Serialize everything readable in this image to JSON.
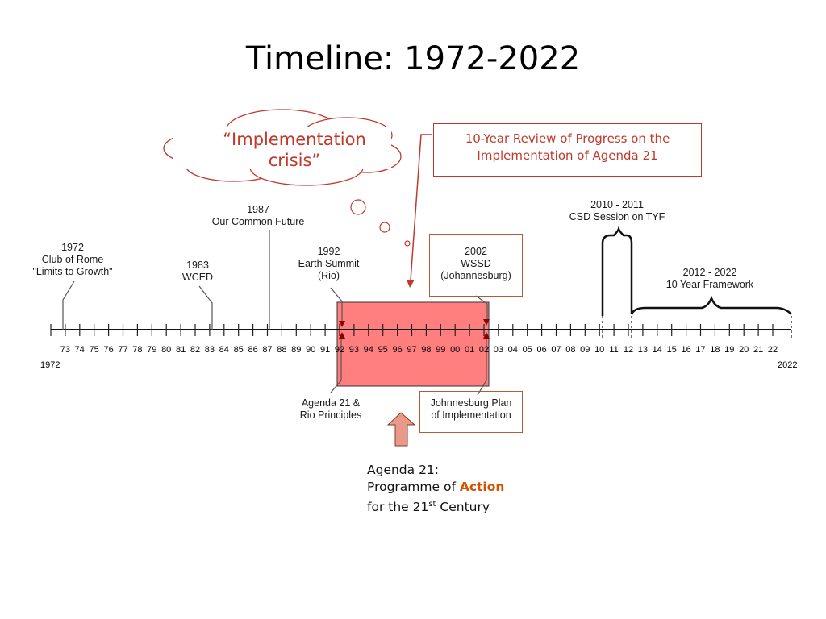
{
  "title": "Timeline: 1972-2022",
  "cloud": {
    "line1": "“Implementation",
    "line2": "crisis”"
  },
  "review_box": {
    "line1": "10-Year Review of Progress on the",
    "line2": "Implementation of Agenda 21"
  },
  "events": {
    "e1972": [
      "1972",
      "Club of Rome",
      "\"Limits to Growth\""
    ],
    "e1983": [
      "1983",
      "WCED"
    ],
    "e1987": [
      "1987",
      "Our Common Future"
    ],
    "e1992": [
      "1992",
      "Earth Summit",
      "(Rio)"
    ],
    "e2002": [
      "2002",
      "WSSD",
      "(Johannesburg)"
    ],
    "e2010": [
      "2010 - 2011",
      "CSD Session on TYF"
    ],
    "e2012": [
      "2012 - 2022",
      "10 Year Framework"
    ],
    "agenda": [
      "Agenda 21 &",
      "Rio Principles"
    ],
    "jpoi": [
      "Johnnesburg Plan",
      "of Implementation"
    ]
  },
  "axis": {
    "start_year": "1972",
    "end_year": "2022",
    "tick_labels": [
      "73",
      "74",
      "75",
      "76",
      "77",
      "78",
      "79",
      "80",
      "81",
      "82",
      "83",
      "84",
      "85",
      "86",
      "87",
      "88",
      "89",
      "90",
      "91",
      "92",
      "93",
      "94",
      "95",
      "96",
      "97",
      "98",
      "99",
      "00",
      "01",
      "02",
      "03",
      "04",
      "05",
      "06",
      "07",
      "08",
      "09",
      "10",
      "11",
      "12",
      "13",
      "14",
      "15",
      "16",
      "17",
      "18",
      "19",
      "20",
      "21",
      "22"
    ]
  },
  "note": {
    "line1": "Agenda 21:",
    "line2_prefix": "Programme of ",
    "line2_action": "Action",
    "line3_prefix": "for the 21",
    "line3_sup": "st",
    "line3_suffix": " Century"
  },
  "colors": {
    "accent": "#c0392b",
    "highlight": "#ff7f7f",
    "arrow": "#e8998a",
    "action": "#d35400"
  }
}
